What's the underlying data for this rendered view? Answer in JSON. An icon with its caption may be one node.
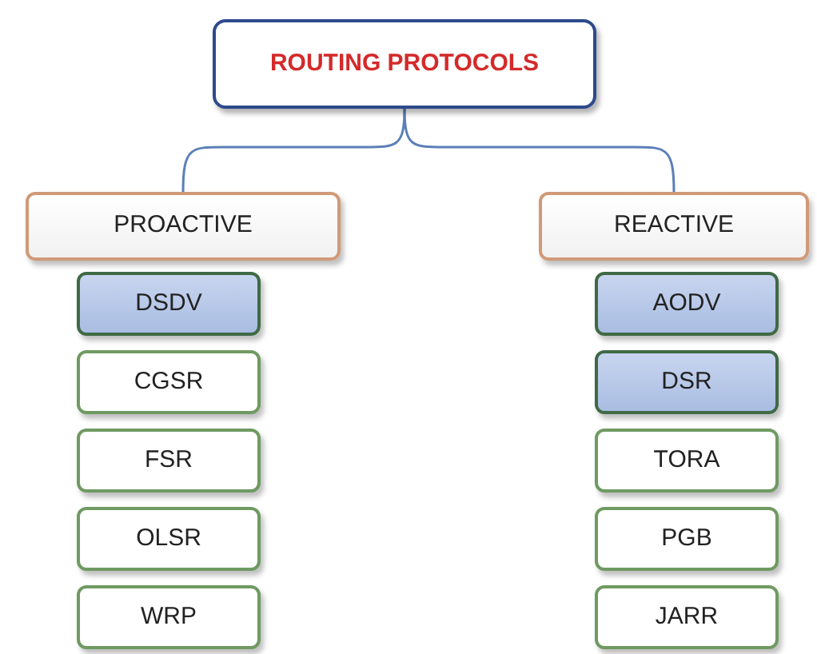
{
  "diagram": {
    "nodes": [
      {
        "text": [
          "ROUTING PROTOCOLS"
        ]
      },
      {
        "text": [
          "PROACTIVE"
        ]
      },
      {
        "text": [
          "REACTIVE"
        ]
      },
      {
        "text": [
          "DSDV"
        ]
      },
      {
        "text": [
          "CGSR"
        ]
      },
      {
        "text": [
          "FSR"
        ]
      },
      {
        "text": [
          "OLSR"
        ]
      },
      {
        "text": [
          "WRP"
        ]
      },
      {
        "text": [
          "AODV"
        ]
      },
      {
        "text": [
          "DSR"
        ]
      },
      {
        "text": [
          "TORA"
        ]
      },
      {
        "text": [
          "PGB"
        ]
      },
      {
        "text": [
          "JARR"
        ]
      }
    ],
    "edges": [
      {
        "from": 0,
        "to": 1,
        "arrow": "none"
      },
      {
        "from": 0,
        "to": 2,
        "arrow": "none"
      }
    ]
  }
}
